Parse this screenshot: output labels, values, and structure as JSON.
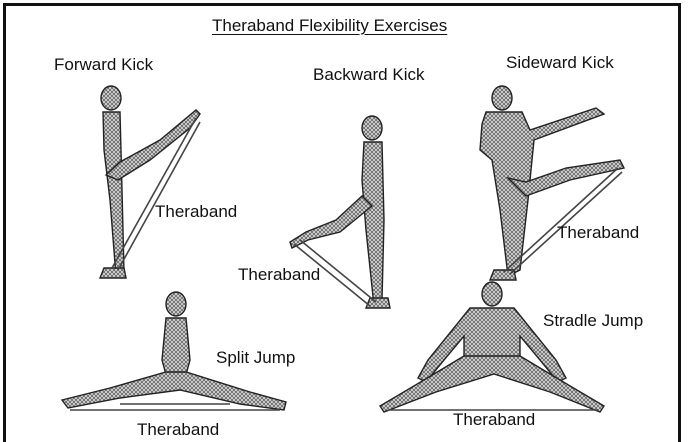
{
  "title": "Theraband Flexibility Exercises",
  "exercises": {
    "forward_kick": "Forward Kick",
    "backward_kick": "Backward Kick",
    "sideward_kick": "Sideward Kick",
    "split_jump": "Split Jump",
    "stradle_jump": "Stradle Jump"
  },
  "band_labels": {
    "forward": "Theraband",
    "backward": "Theraband",
    "sideward": "Theraband",
    "split": "Theraband",
    "stradle": "Theraband"
  },
  "colors": {
    "line": "#111111",
    "figure_fill": "#9a9a9a"
  }
}
